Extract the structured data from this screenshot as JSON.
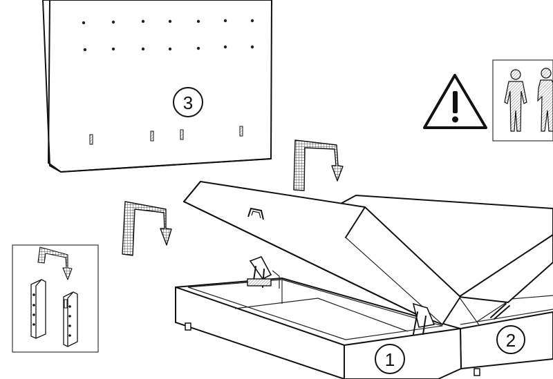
{
  "labels": {
    "headboard": "3",
    "base_left": "1",
    "base_right": "2"
  },
  "icons": {
    "warning": "warning-triangle-icon",
    "people": "two-people-icon",
    "arrow": "insert-arrow-icon",
    "bracket": "mounting-bracket-icon",
    "gas_lift": "gas-lift-hinge-icon"
  },
  "colors": {
    "line": "#111111",
    "background": "#ffffff",
    "hatch": "#444444"
  }
}
